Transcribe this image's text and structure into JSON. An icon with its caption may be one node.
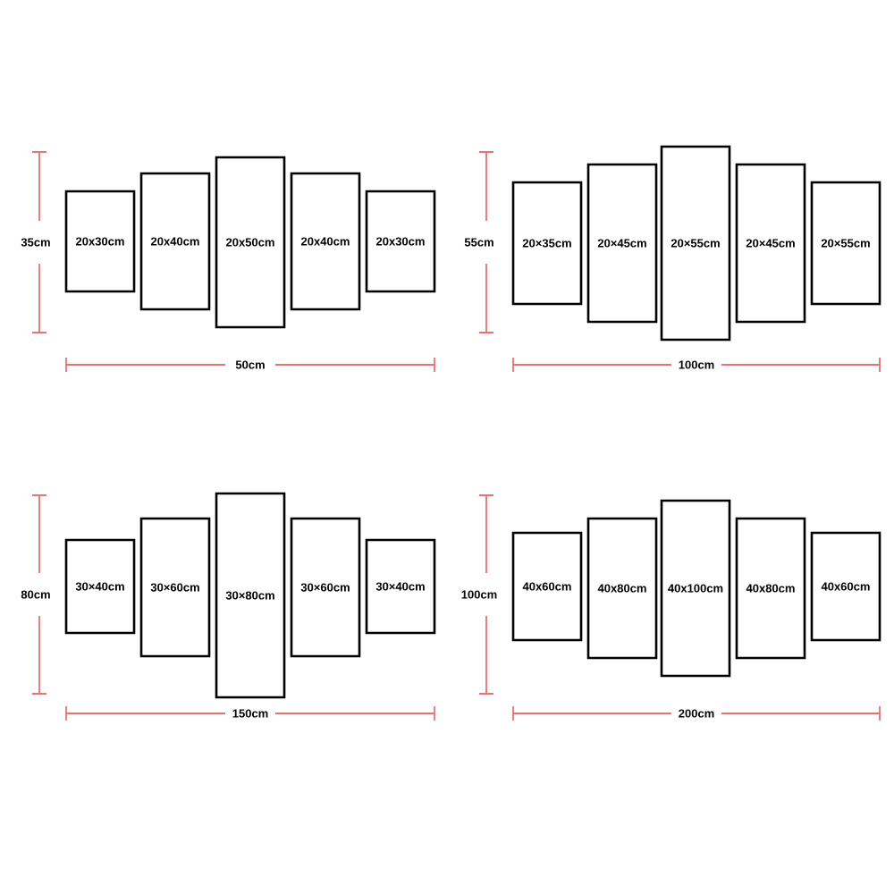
{
  "diagram": {
    "nodes": [
      {
        "text": [
          "20x30cm"
        ]
      },
      {
        "text": [
          "20x40cm"
        ]
      },
      {
        "text": [
          "20x50cm"
        ]
      },
      {
        "text": [
          "20x40cm"
        ]
      },
      {
        "text": [
          "20x30cm"
        ]
      },
      {
        "text": [
          "20×35cm"
        ]
      },
      {
        "text": [
          "20×45cm"
        ]
      },
      {
        "text": [
          "20×55cm"
        ]
      },
      {
        "text": [
          "20×45cm"
        ]
      },
      {
        "text": [
          "20×55cm"
        ]
      },
      {
        "text": [
          "30×40cm"
        ]
      },
      {
        "text": [
          "30×60cm"
        ]
      },
      {
        "text": [
          "30×80cm"
        ]
      },
      {
        "text": [
          "30×60cm"
        ]
      },
      {
        "text": [
          "30×40cm"
        ]
      },
      {
        "text": [
          "40x60cm"
        ]
      },
      {
        "text": [
          "40x80cm"
        ]
      },
      {
        "text": [
          "40x100cm"
        ]
      },
      {
        "text": [
          "40x80cm"
        ]
      },
      {
        "text": [
          "40x60cm"
        ]
      }
    ],
    "labels": [
      "35cm",
      "50cm",
      "55cm",
      "100cm",
      "80cm",
      "150cm",
      "100cm",
      "200cm"
    ]
  }
}
